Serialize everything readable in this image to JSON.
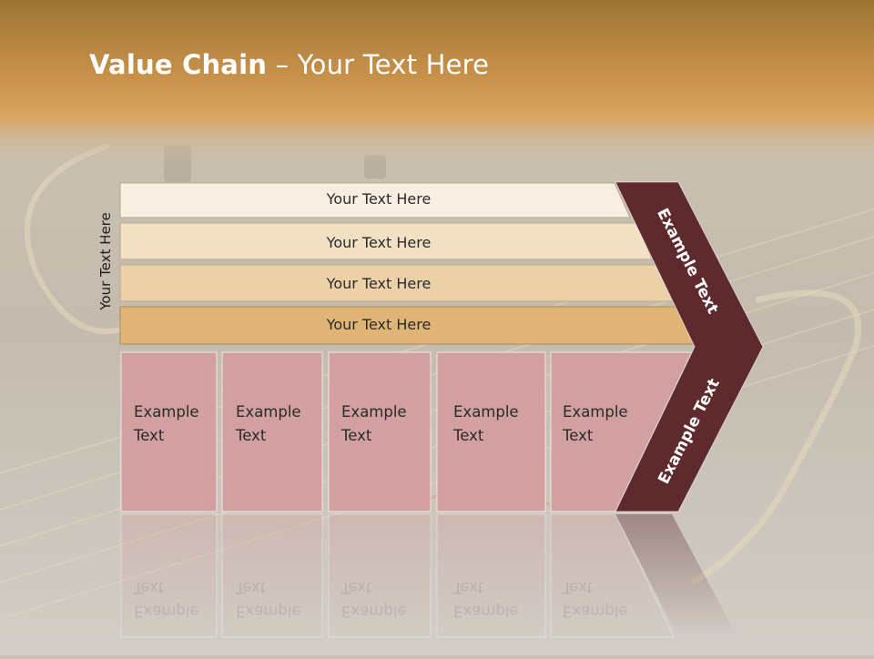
{
  "slide": {
    "title_bold": "Value Chain",
    "title_rest": " – Your Text Here",
    "side_label": "Your Text Here"
  },
  "rows": [
    {
      "label": "Your Text Here",
      "color": "#f8efe2"
    },
    {
      "label": "Your Text Here",
      "color": "#f2e0c4"
    },
    {
      "label": "Your Text Here",
      "color": "#ecd1a8"
    },
    {
      "label": "Your Text Here",
      "color": "#e0b476"
    }
  ],
  "boxes": [
    {
      "line1": "Example",
      "line2": "Text"
    },
    {
      "line1": "Example",
      "line2": "Text"
    },
    {
      "line1": "Example",
      "line2": "Text"
    },
    {
      "line1": "Example",
      "line2": "Text"
    },
    {
      "line1": "Example",
      "line2": "Text"
    }
  ],
  "chevron": {
    "upper_label": "Example Text",
    "lower_label": "Example Text",
    "color": "#5e2a2d"
  },
  "colors": {
    "header": "#b9853c",
    "box_fill": "#d2a0a0",
    "chevron": "#5e2a2d"
  }
}
